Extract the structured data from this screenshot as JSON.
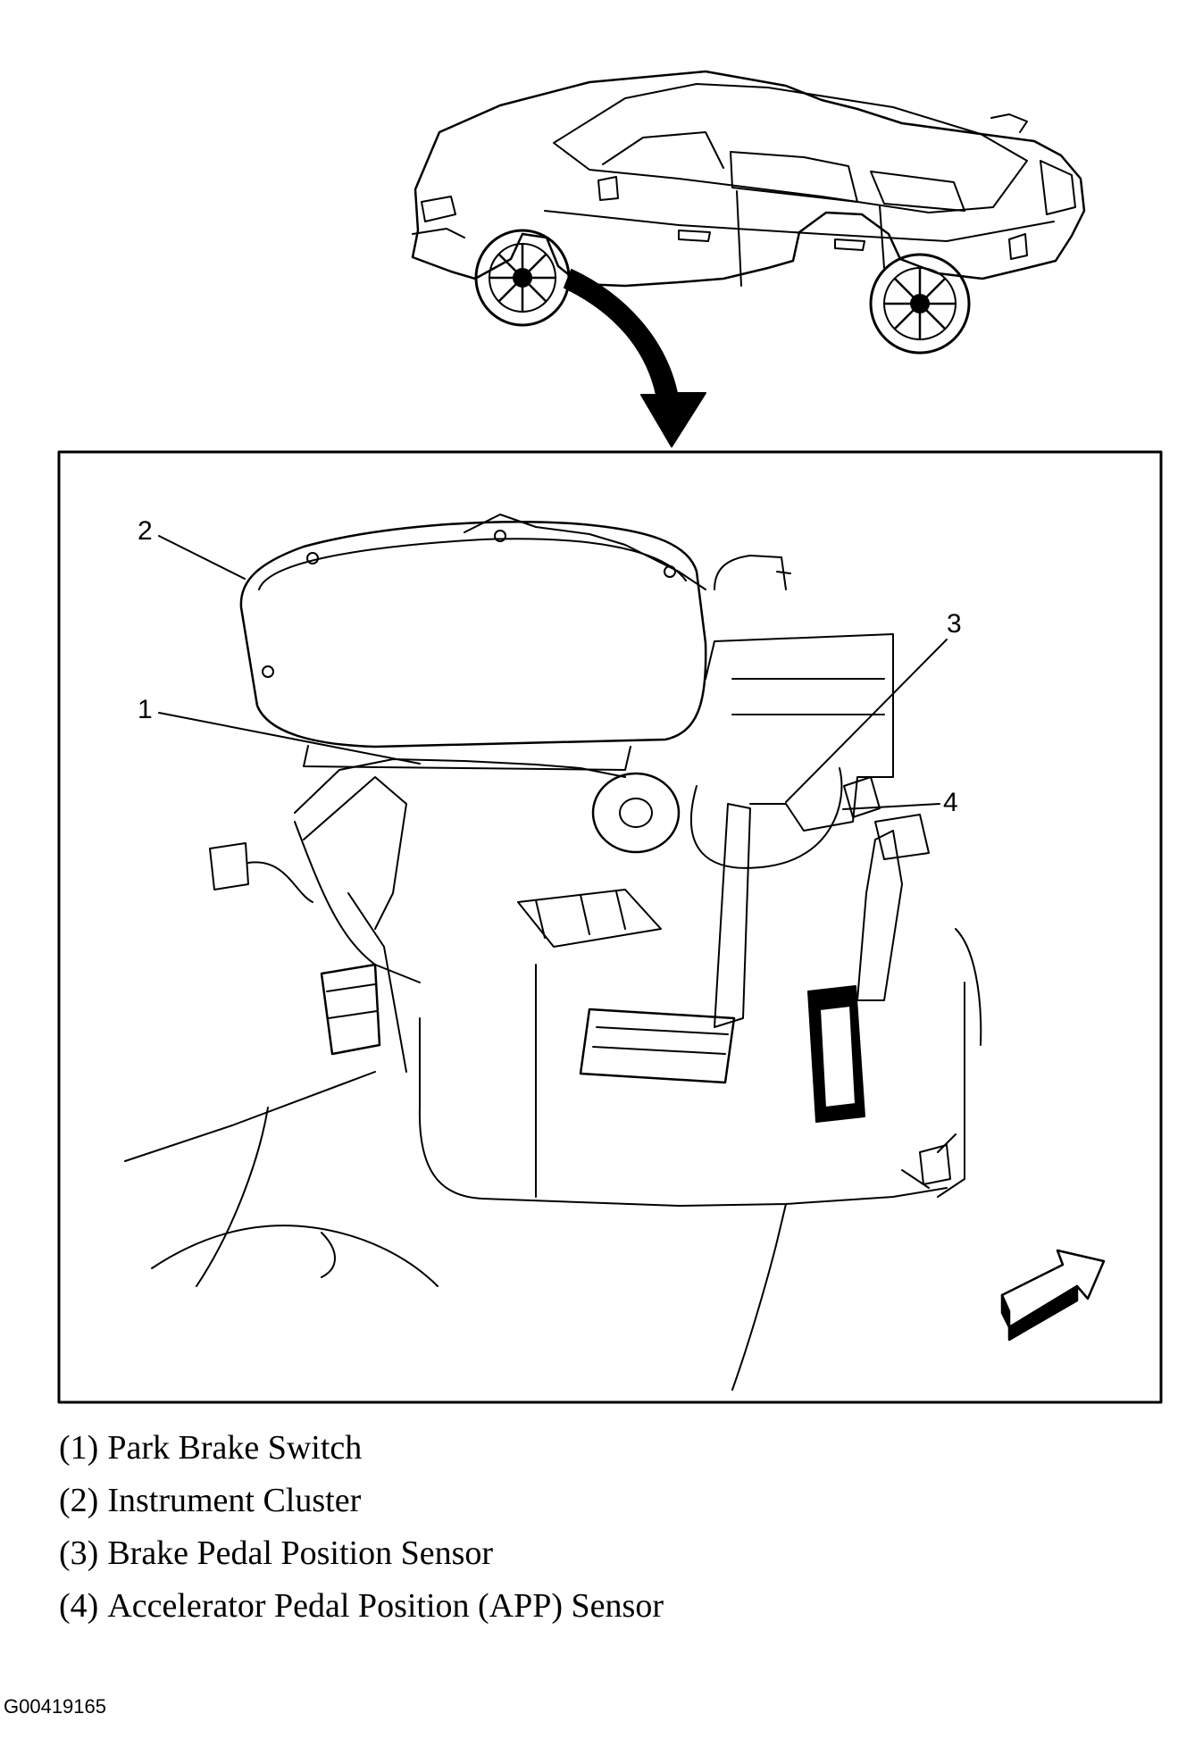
{
  "callouts": [
    {
      "num": "1",
      "label": "Park Brake Switch"
    },
    {
      "num": "2",
      "label": "Instrument Cluster"
    },
    {
      "num": "3",
      "label": "Brake Pedal Position Sensor"
    },
    {
      "num": "4",
      "label": "Accelerator Pedal Position (APP) Sensor"
    }
  ],
  "legend": [
    {
      "num": "(1)",
      "label": "Park Brake Switch"
    },
    {
      "num": "(2)",
      "label": "Instrument Cluster"
    },
    {
      "num": "(3)",
      "label": "Brake Pedal Position Sensor"
    },
    {
      "num": "(4)",
      "label": "Accelerator Pedal Position (APP) Sensor"
    }
  ],
  "figure_id": "G00419165",
  "icons": {
    "vehicle": "sedan-car-illustration",
    "pointer": "curved-down-arrow-icon",
    "view": "forward-direction-arrow-icon"
  },
  "colors": {
    "ink": "#000000",
    "paper": "#ffffff"
  }
}
